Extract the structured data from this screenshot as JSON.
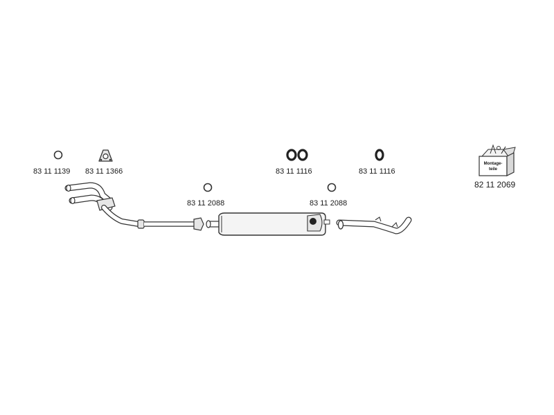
{
  "colors": {
    "stroke": "#333333",
    "fill": "#ffffff",
    "shade": "#d9d9d9",
    "dark": "#444444"
  },
  "parts": [
    {
      "id": "ring-small",
      "number": "83 11 1139"
    },
    {
      "id": "flange-gasket",
      "number": "83 11 1366"
    },
    {
      "id": "ring-front-mid",
      "number": "83 11 2088"
    },
    {
      "id": "hangers-pair",
      "number": "83 11 1116"
    },
    {
      "id": "ring-rear-mid",
      "number": "83 11 2088"
    },
    {
      "id": "hanger-rear",
      "number": "83 11 1116"
    }
  ],
  "kit": {
    "number": "82 11 2069",
    "box_text": [
      "Montage-",
      "teile"
    ]
  }
}
